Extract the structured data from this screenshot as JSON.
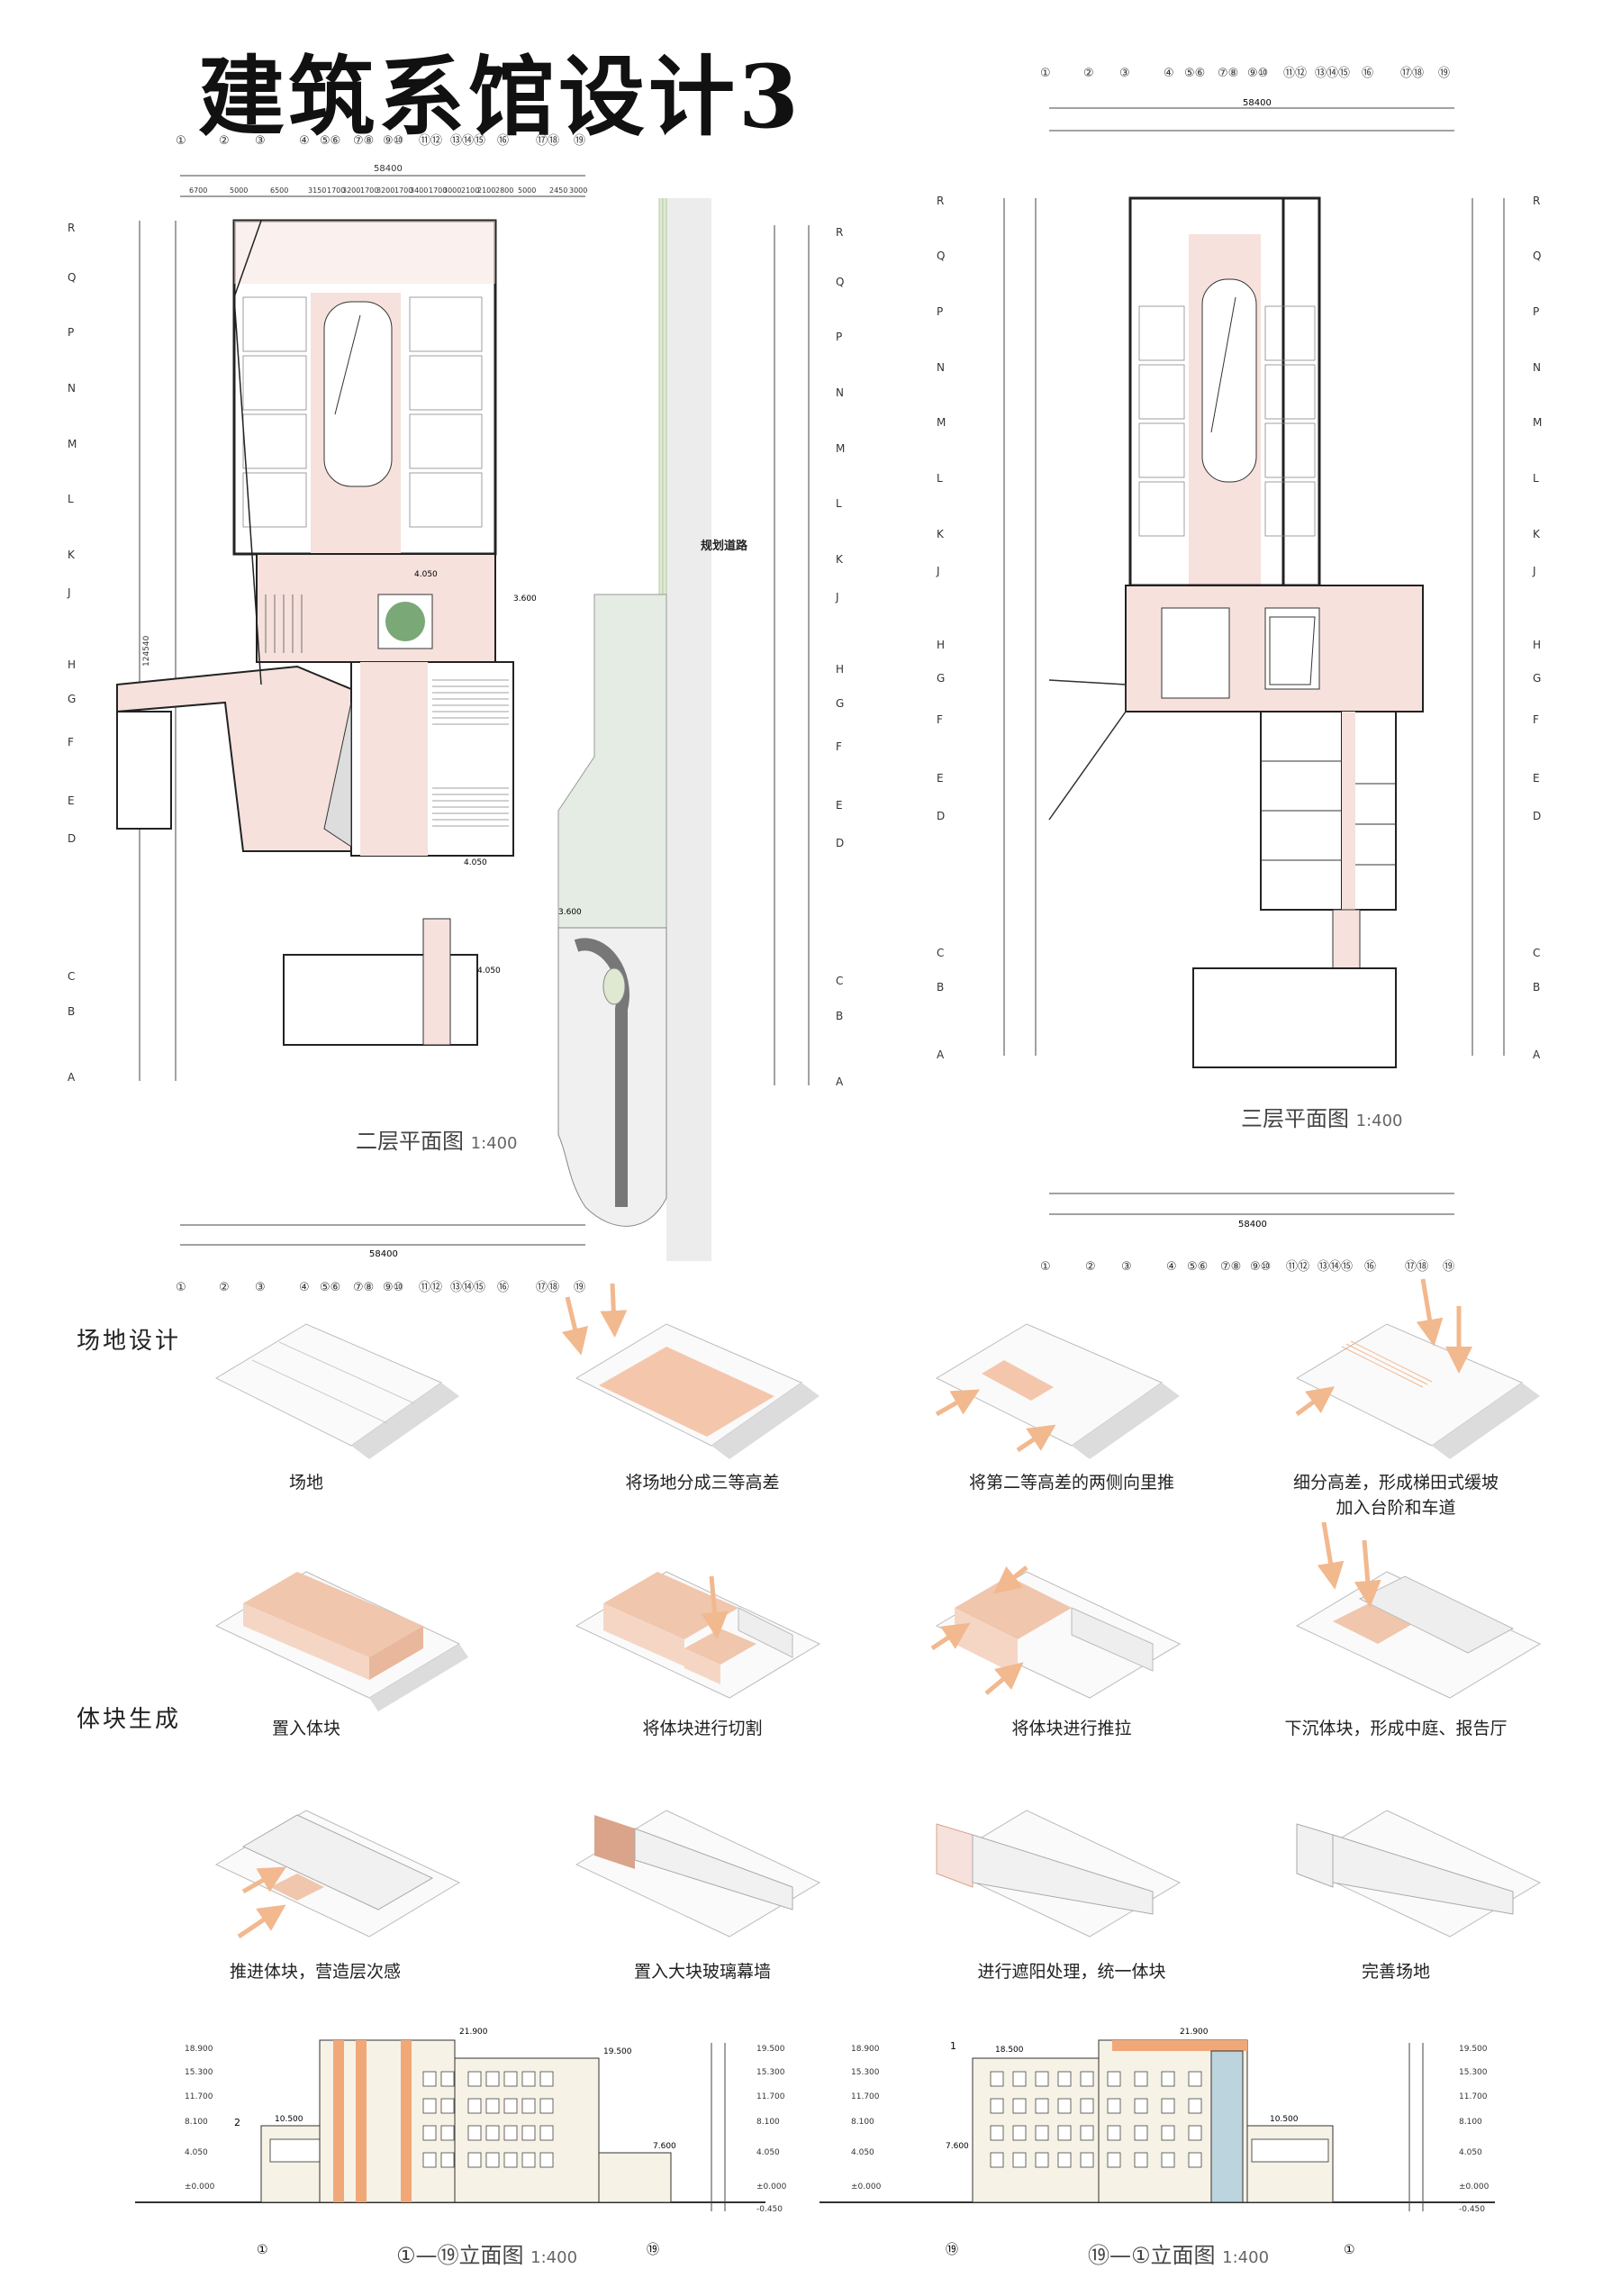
{
  "title": "建筑系馆设计3",
  "grid_cols": [
    "①",
    "②",
    "③",
    "④",
    "⑤⑥",
    "⑦⑧",
    "⑨⑩",
    "⑪⑫",
    "⑬⑭⑮",
    "⑯",
    "⑰⑱",
    "⑲"
  ],
  "grid_rows": [
    "R",
    "Q",
    "P",
    "N",
    "M",
    "L",
    "K",
    "J",
    "H",
    "G",
    "F",
    "E",
    "D",
    "C",
    "B",
    "A"
  ],
  "dims_top": [
    "6700",
    "5000",
    "6500",
    "3150",
    "1700",
    "3200",
    "1700",
    "3200",
    "1700",
    "3400",
    "1700",
    "3000",
    "2100",
    "2100",
    "2800",
    "5000",
    "2450",
    "3000"
  ],
  "total_width": "58400",
  "total_depth": "124540",
  "plan2": {
    "caption": "二层平面图",
    "scale": "1:400",
    "road_label": "规划道路",
    "elev_a": "4.050",
    "elev_b": "3.600",
    "elev_c": "4.050",
    "elev_d": "3.600",
    "elev_e": "4.050"
  },
  "plan3": {
    "caption": "三层平面图",
    "scale": "1:400"
  },
  "section_site": "场地设计",
  "section_mass": "体块生成",
  "site_steps": [
    "场地",
    "将场地分成三等高差",
    "将第二等高差的两侧向里推",
    "细分高差，形成梯田式缓坡\n加入台阶和车道"
  ],
  "mass_steps": [
    "置入体块",
    "将体块进行切割",
    "将体块进行推拉",
    "下沉体块，形成中庭、报告厅"
  ],
  "mass_steps2": [
    "推进体块，营造层次感",
    "置入大块玻璃幕墙",
    "进行遮阳处理，统一体块",
    "完善场地"
  ],
  "elev1": {
    "caption": "①—⑲立面图",
    "scale": "1:400",
    "levels_left": [
      "18.900",
      "15.300",
      "11.700",
      "8.100",
      "4.050",
      "±0.000"
    ],
    "levels_right": [
      "19.500",
      "15.300",
      "11.700",
      "8.100",
      "4.050",
      "±0.000",
      "-0.450"
    ],
    "top": "21.900",
    "mid_left": "10.500",
    "mid_right": "19.500",
    "low_right": "7.600",
    "label": "2",
    "axis_l": "①",
    "axis_r": "⑲"
  },
  "elev2": {
    "caption": "⑲—①立面图",
    "scale": "1:400",
    "levels_left": [
      "18.900",
      "15.300",
      "11.700",
      "8.100",
      "4.050",
      "±0.000"
    ],
    "levels_right": [
      "19.500",
      "15.300",
      "11.700",
      "8.100",
      "4.050",
      "±0.000",
      "-0.450"
    ],
    "top": "21.900",
    "mid_left": "18.500",
    "mid_right": "10.500",
    "low_left": "7.600",
    "label": "1",
    "axis_l": "⑲",
    "axis_r": "①"
  },
  "colors": {
    "pink": "#f6e1dc",
    "peach": "#f2c9b4",
    "orange": "#f0a878",
    "green": "#dfe9d2",
    "plaza": "#e4ece4"
  }
}
